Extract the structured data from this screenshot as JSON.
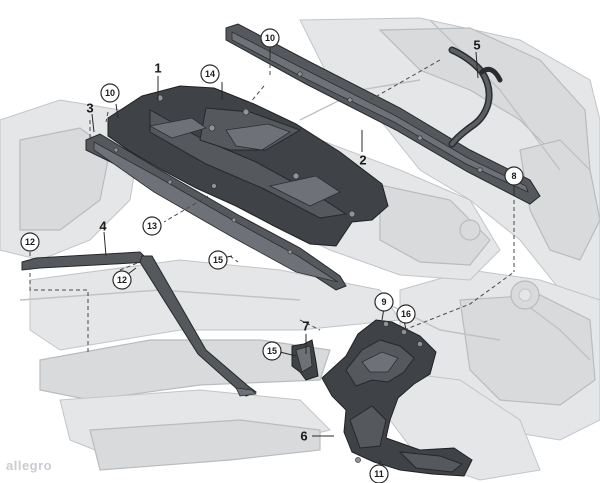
{
  "diagram": {
    "callouts": {
      "c1": "1",
      "c2": "2",
      "c3": "3",
      "c4": "4",
      "c5": "5",
      "c6": "6",
      "c7": "7",
      "c8": "8",
      "c9": "9",
      "c10a": "10",
      "c10b": "10",
      "c11": "11",
      "c12a": "12",
      "c12b": "12",
      "c13": "13",
      "c14": "14",
      "c15a": "15",
      "c15b": "15",
      "c16": "16"
    },
    "watermark": "allegro"
  }
}
